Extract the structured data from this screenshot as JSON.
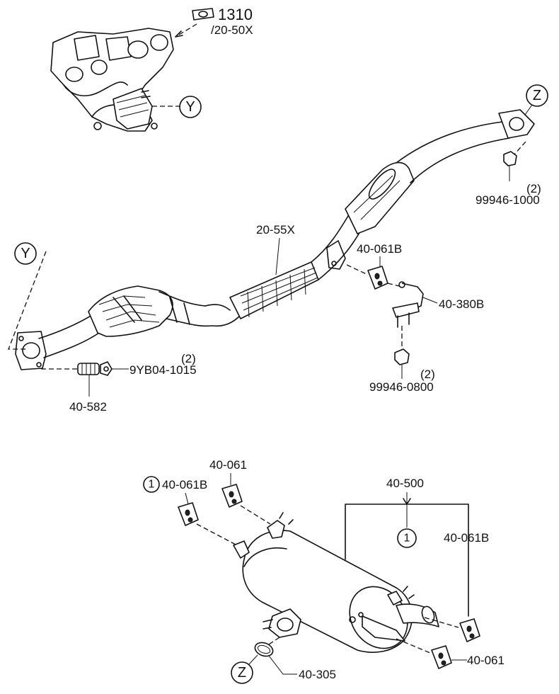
{
  "labels": {
    "manifold_part": "1310",
    "manifold_sub": "/20-50X",
    "front_pipe": "20-55X",
    "hanger_top": "40-061B",
    "bracket": "40-380B",
    "nut_right_top": "99946-1000",
    "nut_right_top_qty": "(2)",
    "nut_mid": "99946-0800",
    "nut_mid_qty": "(2)",
    "bolt_left": "9YB04-1015",
    "bolt_left_qty": "(2)",
    "gasket_spring": "40-582",
    "muffler_hanger_left": "40-061B",
    "muffler_hanger_left_num": "1",
    "muffler_hanger_mid": "40-061",
    "muffler": "40-500",
    "muffler_callout_num": "1",
    "muffler_hanger_right": "40-061B",
    "muffler_hanger_bottom": "40-061",
    "gasket_bottom": "40-305"
  },
  "callouts": {
    "y_top": "Y",
    "y_left": "Y",
    "z_top": "Z",
    "z_bottom": "Z"
  }
}
